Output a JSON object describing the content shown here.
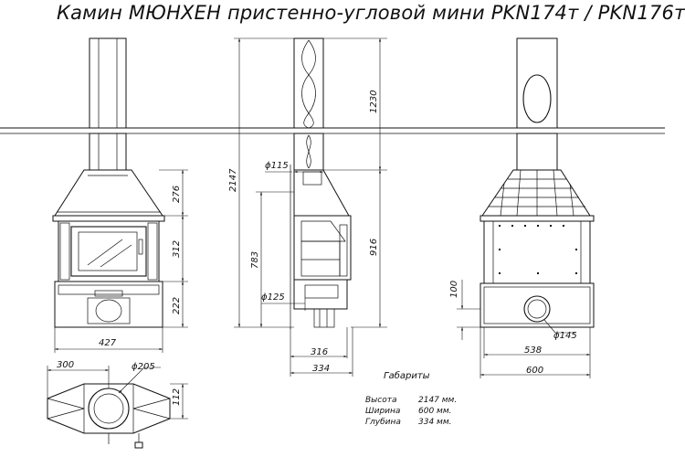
{
  "title": "Камин МЮНХЕН пристенно-угловой мини PKN174т / PKN176т",
  "dimensions": {
    "front_width": "427",
    "h_hood": "276",
    "h_door": "312",
    "h_base": "222",
    "top_width": "300",
    "top_flue_dia": "ϕ205",
    "top_depth": "112",
    "side_total_height": "2147",
    "side_upper_chimney": "1230",
    "side_to_outlet": "783",
    "side_body": "916",
    "side_flue_dia": "ϕ115",
    "side_air_dia": "ϕ125",
    "side_depth": "316",
    "side_depth_total": "334",
    "rear_air_height": "100",
    "rear_air_dia": "ϕ145",
    "rear_width_inner": "538",
    "rear_width_total": "600"
  },
  "specs": {
    "heading": "Габариты",
    "rows": [
      {
        "label": "Высота",
        "value": "2147 мм."
      },
      {
        "label": "Ширина",
        "value": "600 мм."
      },
      {
        "label": "Глубина",
        "value": "334 мм."
      }
    ]
  }
}
